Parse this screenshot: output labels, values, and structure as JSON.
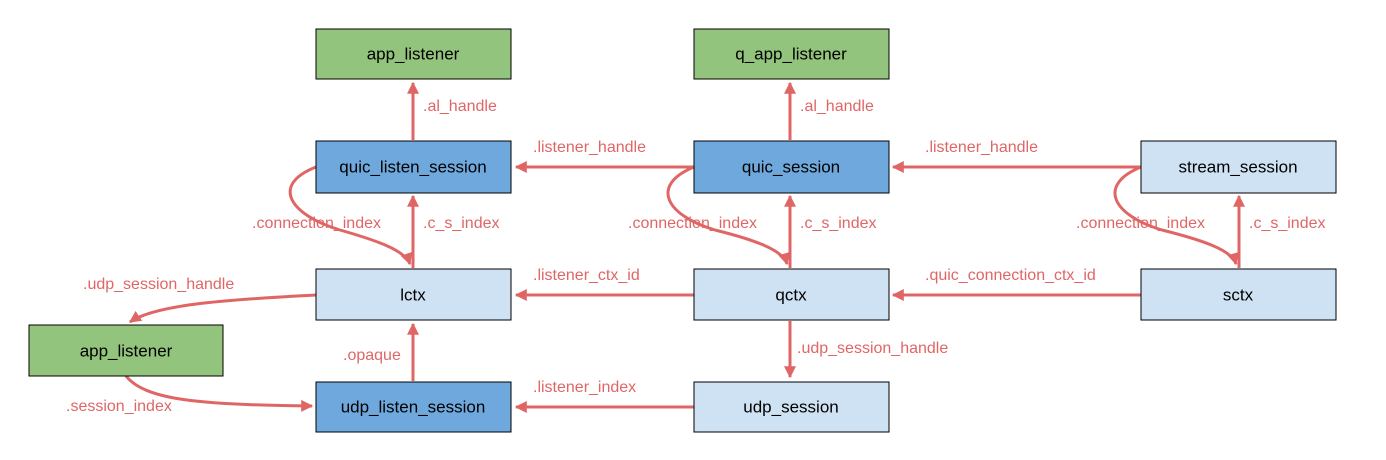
{
  "colors": {
    "green_fill": "#93c47d",
    "dark_blue_fill": "#6fa8dc",
    "light_blue_fill": "#cfe2f3",
    "border": "#000000",
    "arrow": "#e06666",
    "label": "#e06666"
  },
  "nodes": {
    "app_listener_top": "app_listener",
    "q_app_listener": "q_app_listener",
    "quic_listen_session": "quic_listen_session",
    "quic_session": "quic_session",
    "stream_session": "stream_session",
    "lctx": "lctx",
    "qctx": "qctx",
    "sctx": "sctx",
    "app_listener_bottom": "app_listener",
    "udp_listen_session": "udp_listen_session",
    "udp_session": "udp_session"
  },
  "edges": {
    "al_handle_left": ".al_handle",
    "al_handle_right": ".al_handle",
    "listener_handle_left": ".listener_handle",
    "listener_handle_right": ".listener_handle",
    "connection_index_left": ".connection_index",
    "connection_index_mid": ".connection_index",
    "connection_index_right": ".connection_index",
    "c_s_index_left": ".c_s_index",
    "c_s_index_mid": ".c_s_index",
    "c_s_index_right": ".c_s_index",
    "listener_ctx_id": ".listener_ctx_id",
    "quic_connection_ctx_id": ".quic_connection_ctx_id",
    "udp_session_handle_left": ".udp_session_handle",
    "udp_session_handle_mid": ".udp_session_handle",
    "opaque": ".opaque",
    "listener_index": ".listener_index",
    "session_index": ".session_index"
  }
}
